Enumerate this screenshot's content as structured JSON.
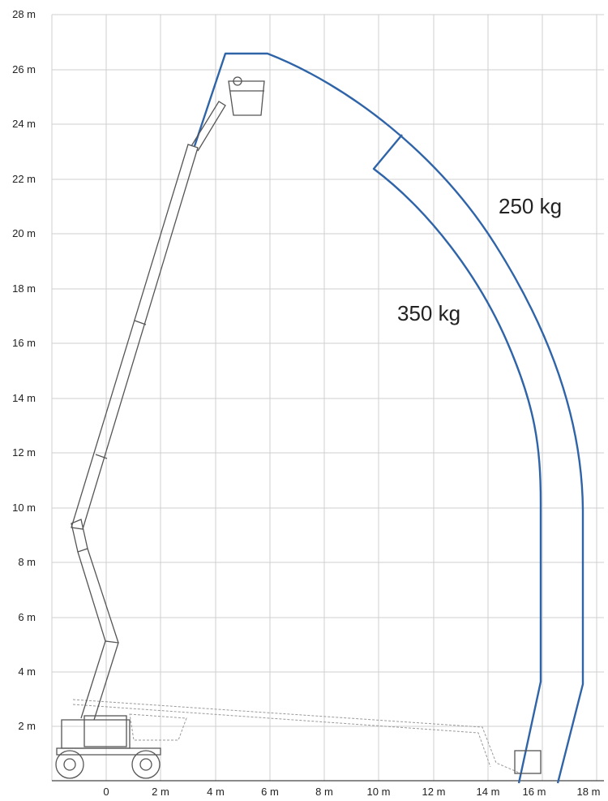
{
  "axes": {
    "x_ticks": [
      "0",
      "2 m",
      "4 m",
      "6 m",
      "8 m",
      "10 m",
      "12 m",
      "14 m",
      "16 m",
      "18 m"
    ],
    "y_ticks": [
      "2 m",
      "4 m",
      "6 m",
      "8 m",
      "10 m",
      "12 m",
      "14 m",
      "16 m",
      "18 m",
      "20 m",
      "22 m",
      "24 m",
      "26 m",
      "28 m"
    ]
  },
  "loads": {
    "outer_label": "250 kg",
    "inner_label": "350 kg"
  },
  "colors": {
    "envelope": "#2f64a8",
    "grid": "#cfcfcf",
    "machine": "#555555"
  },
  "icons": {
    "machine": "articulated-boom-lift"
  }
}
